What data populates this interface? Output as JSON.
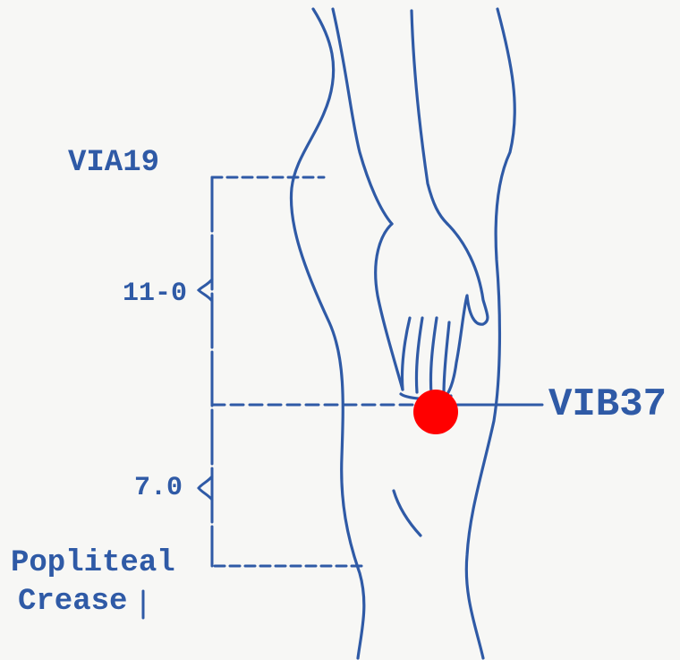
{
  "colors": {
    "ink": "#2f5aa6",
    "marker": "#ff0000",
    "paper": "#f7f7f5"
  },
  "labels": {
    "top_point": "VIA19",
    "upper_distance": "11-0",
    "acupoint": "VIB37",
    "lower_distance": "7.0",
    "crease_line1": "Popliteal",
    "crease_line2": "Crease"
  }
}
